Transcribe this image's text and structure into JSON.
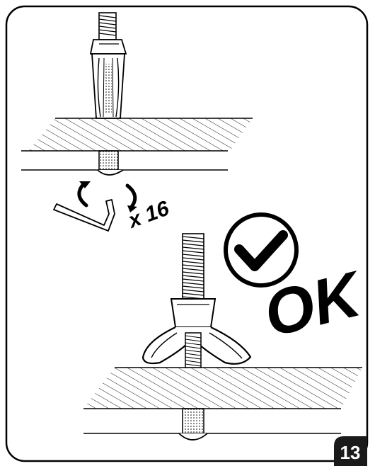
{
  "step": {
    "number": "13"
  },
  "quantity": {
    "label": "x 16"
  },
  "result": {
    "label": "OK",
    "status": "checkmark-ok"
  },
  "icons": [
    "hex-key-icon",
    "rotate-clockwise-icon",
    "checkmark-circle-icon",
    "hollow-wall-anchor-icon",
    "bolt-thread-icon"
  ],
  "colors": {
    "ink": "#000000",
    "paper": "#ffffff",
    "badge": "#1a1a1a"
  }
}
